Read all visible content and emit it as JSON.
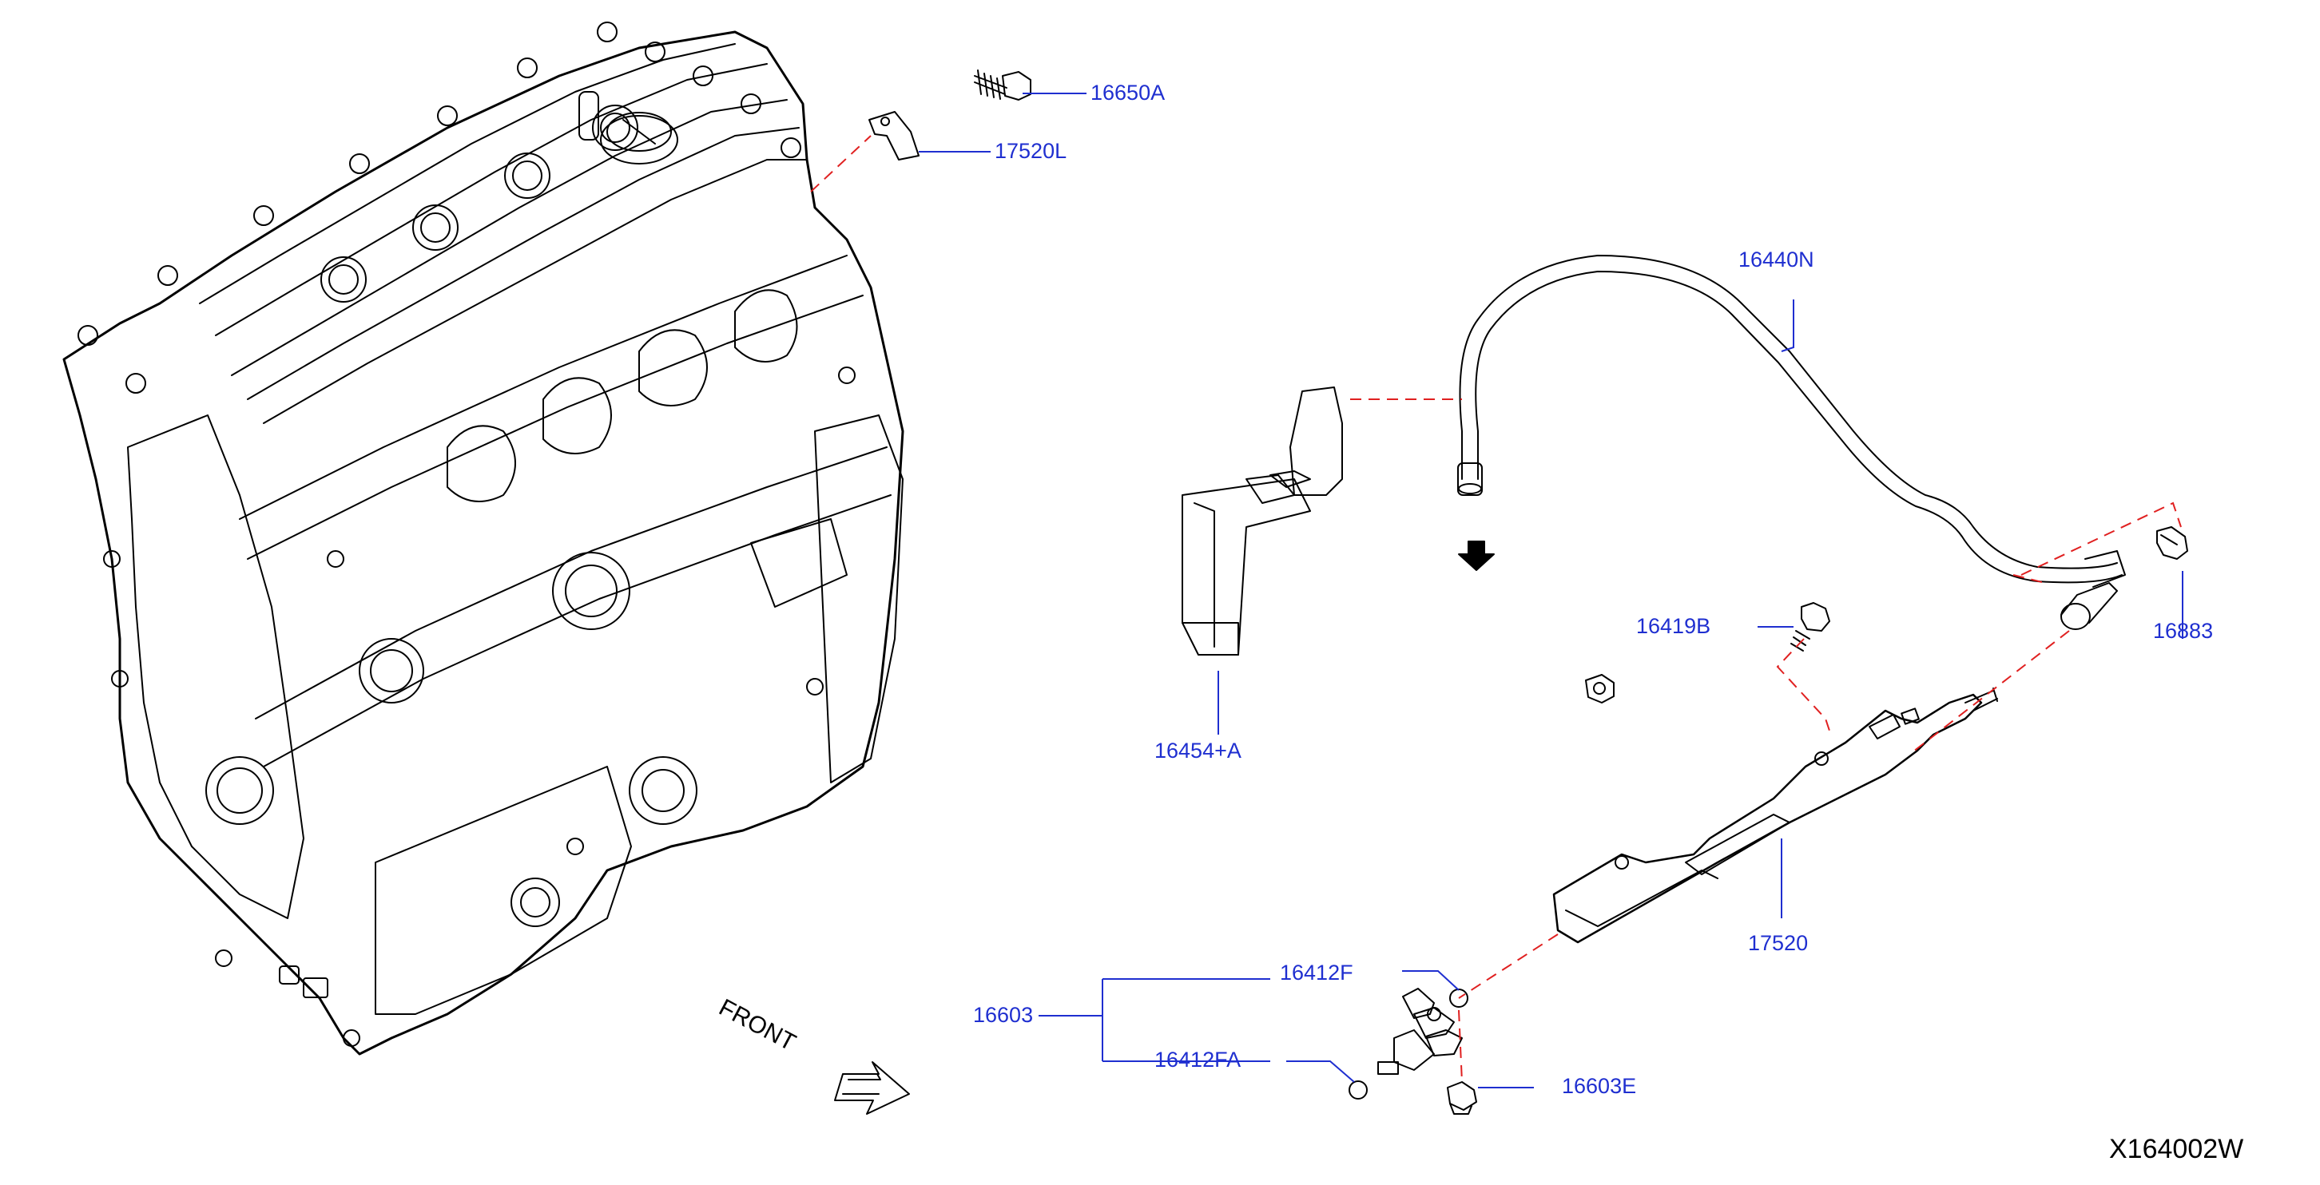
{
  "diagram": {
    "code": "X164002W",
    "front_label": "FRONT",
    "callouts": {
      "p16650A": "16650A",
      "p17520L": "17520L",
      "p16440N": "16440N",
      "p16454A": "16454+A",
      "p16419B": "16419B",
      "p16883": "16883",
      "p17520": "17520",
      "p16412F": "16412F",
      "p16603": "16603",
      "p16412FA": "16412FA",
      "p16603E": "16603E"
    },
    "colors": {
      "callout_text": "#1f2fd0",
      "leader_line": "#1f2fd0",
      "dashed_line": "#e02020",
      "drawing": "#000000"
    }
  }
}
